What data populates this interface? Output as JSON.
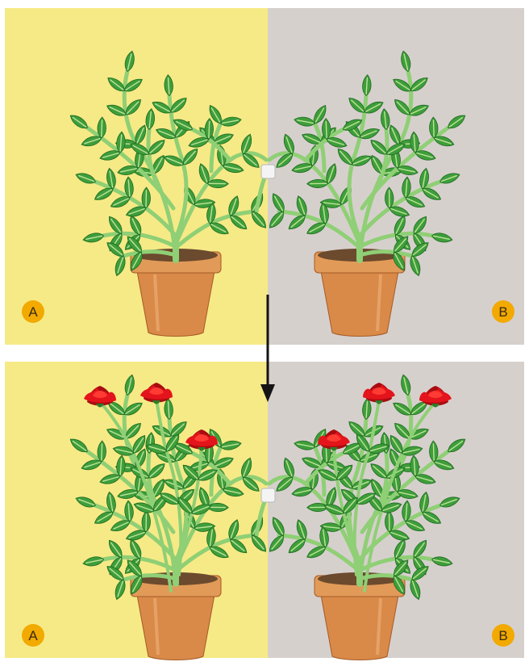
{
  "colors": {
    "left_background": "#f6ea86",
    "right_background": "#d6d0cd",
    "separator": "#ffffff",
    "leaf": "#3e9e3a",
    "leaf_vein": "#bfe39a",
    "stem": "#8fcf75",
    "pot": "#d98a48",
    "pot_rim": "#e19a58",
    "soil": "#6b4a2e",
    "flower": "#e3141b",
    "flower_dark": "#a90c10",
    "connector": "#f4f4f4",
    "arrow": "#141414",
    "badge": "#f2a900"
  },
  "panels": [
    {
      "id": "before",
      "plants": [
        {
          "label": "A",
          "flowering": false
        },
        {
          "label": "B",
          "flowering": false
        }
      ]
    },
    {
      "id": "after",
      "plants": [
        {
          "label": "A",
          "flowering": true
        },
        {
          "label": "B",
          "flowering": true
        }
      ]
    }
  ],
  "labels": {
    "top_left": "A",
    "top_right": "B",
    "bottom_left": "A",
    "bottom_right": "B"
  }
}
